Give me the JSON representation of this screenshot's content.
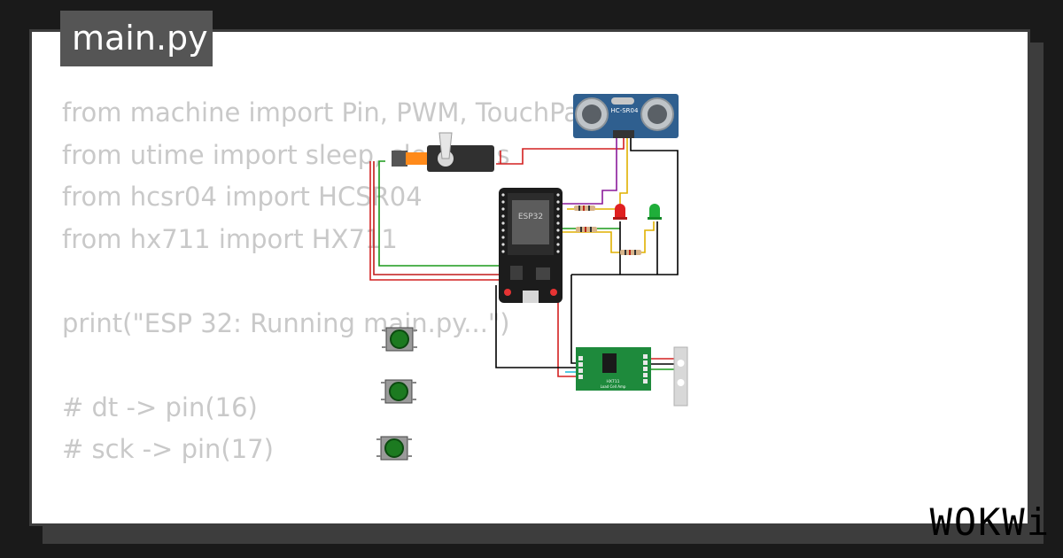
{
  "file_tab": {
    "label": "main.py"
  },
  "code_lines": [
    "from machine import Pin, PWM, TouchPad",
    "from utime import sleep, sleep_ms",
    "from hcsr04 import HCSR04",
    "from hx711 import HX711",
    "",
    "print(\"ESP 32: Running main.py...\")",
    "",
    "# dt -> pin(16)",
    "# sck -> pin(17)"
  ],
  "components": {
    "mcu_label": "ESP32",
    "ultrasonic_label": "HC-SR04",
    "loadcell_label": "HX711",
    "loadcell_sub": "Load Cell Amp"
  },
  "brand": {
    "logo": "WOKWi"
  },
  "colors": {
    "background": "#1a1a1a",
    "card": "#ffffff",
    "tab": "#555555",
    "code_text": "#c9c9c9",
    "sensor_blue": "#2f5f8f",
    "board_black": "#1c1c1c",
    "hx711_green": "#1e8a3c",
    "led_red": "#e02020",
    "led_green": "#1fae3a",
    "button_green": "#1c7a20"
  }
}
